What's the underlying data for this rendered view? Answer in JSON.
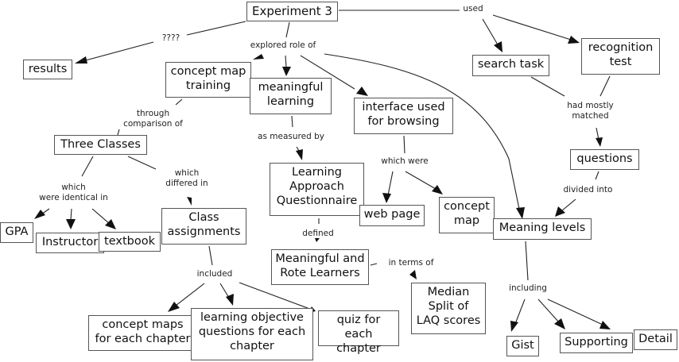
{
  "title": "Experiment 3 concept map",
  "nodes": {
    "experiment3": "Experiment 3",
    "results": "results",
    "concept_map_training": "concept map\ntraining",
    "meaningful_learning": "meaningful\nlearning",
    "interface": "interface used\nfor browsing",
    "search_task": "search task",
    "recognition_test": "recognition\ntest",
    "three_classes": "Three Classes",
    "laq": "Learning\nApproach\nQuestionnaire",
    "web_page": "web page",
    "concept_map": "concept\nmap",
    "questions": "questions",
    "meaning_levels": "Meaning levels",
    "gpa": "GPA",
    "instructor": "Instructor",
    "textbook": "textbook",
    "class_assignments": "Class\nassignments",
    "meaningful_rote": "Meaningful and\nRote Learners",
    "median_split": "Median\nSplit of\nLAQ scores",
    "concept_maps_chapter": "concept maps\nfor each chapter",
    "learning_objective": "learning objective\nquestions for each\nchapter",
    "quiz": "quiz for each\nchapter",
    "gist": "Gist",
    "supporting": "Supporting",
    "detail": "Detail"
  },
  "links": {
    "unknown": "????",
    "explored_role_of": "explored role of",
    "used": "used",
    "through_comparison_of": "through\ncomparison of",
    "as_measured_by": "as measured by",
    "had_mostly_matched": "had mostly\nmatched",
    "which_were": "which were",
    "which_identical": "which\nwere identical in",
    "which_differed": "which\ndiffered in",
    "divided_into": "divided into",
    "defined": "defined",
    "in_terms_of": "in terms of",
    "included": "included",
    "including": "including"
  }
}
